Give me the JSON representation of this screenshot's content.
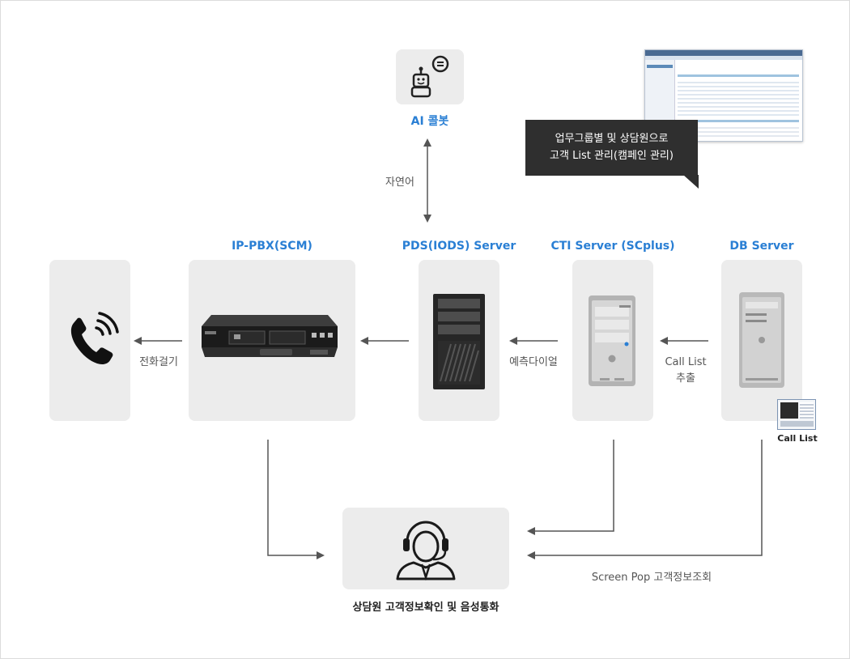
{
  "nodes": {
    "ai": {
      "title": "AI 콜봇",
      "icon": "robot-chat-icon"
    },
    "phone": {
      "icon": "phone-ringing-icon"
    },
    "ipbx": {
      "title": "IP-PBX(SCM)",
      "icon": "rack-server-icon"
    },
    "pds": {
      "title": "PDS(IODS) Server",
      "icon": "tower-server-icon"
    },
    "cti": {
      "title": "CTI Server (SCplus)",
      "icon": "tower-server-icon"
    },
    "db": {
      "title": "DB Server",
      "icon": "tower-server-icon",
      "badge": "Call List"
    },
    "agent": {
      "caption": "상담원 고객정보확인 및 음성통화",
      "icon": "headset-agent-icon"
    }
  },
  "edges": {
    "natural_language": "자연어",
    "call": "전화걸기",
    "predictive": "예측다이얼",
    "call_list_line1": "Call List",
    "call_list_line2": "추출",
    "screen_pop": "Screen Pop 고객정보조회"
  },
  "callout": {
    "line1": "업무그룹별 및 상담원으로",
    "line2": "고객 List 관리(캠페인 관리)"
  },
  "colors": {
    "accent": "#2a7fd4",
    "card": "#ececec",
    "arrow": "#555555",
    "callout": "#2f2f2f"
  }
}
